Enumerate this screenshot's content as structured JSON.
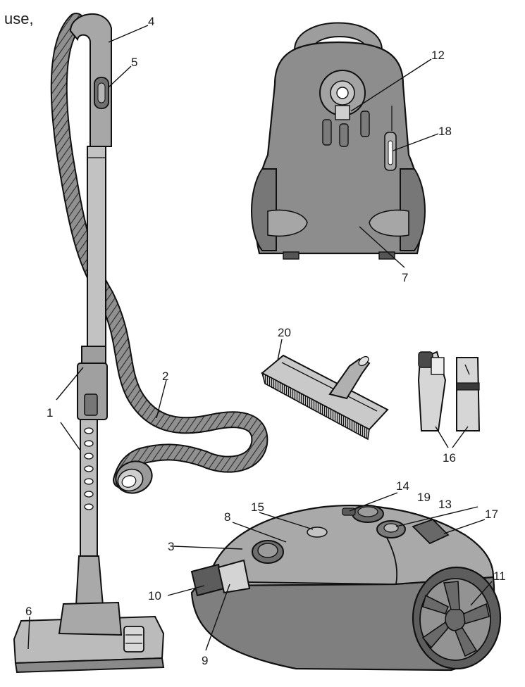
{
  "intro": {
    "text": "use,"
  },
  "colors": {
    "body_fill": "#8b8b8b",
    "light_fill": "#c8c8c8",
    "outline": "#111111",
    "text": "#1d1d1d"
  },
  "labels": {
    "l1": "1",
    "l2": "2",
    "l3": "3",
    "l4": "4",
    "l5": "5",
    "l6": "6",
    "l7": "7",
    "l8": "8",
    "l9": "9",
    "l10": "10",
    "l11": "11",
    "l12": "12",
    "l13": "13",
    "l14": "14",
    "l15": "15",
    "l16": "16",
    "l17": "17",
    "l18": "18",
    "l19": "19",
    "l20": "20"
  }
}
